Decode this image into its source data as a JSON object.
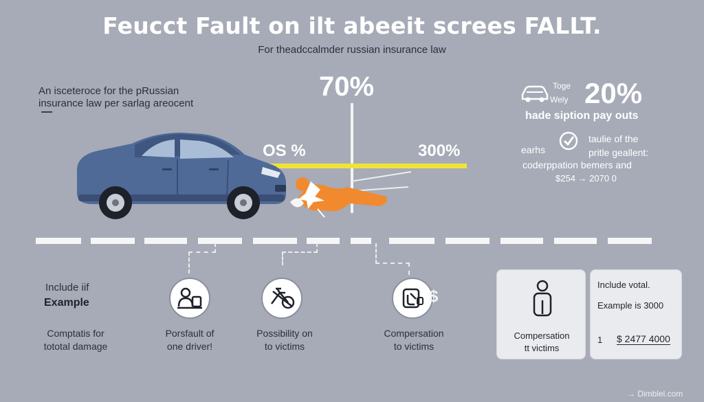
{
  "header": {
    "title": "Feucct Fault on ilt abeeit screes FALLT.",
    "subtitle": "For theadccalmder russian insurance law"
  },
  "intro": {
    "line1": "An isceteroce for the pRussian",
    "line2": "insurance law per sarlag areocent"
  },
  "center": {
    "top_percent": "70%",
    "left_percent": "OS %",
    "right_percent": "300%"
  },
  "right_panel": {
    "label_top": "Toge",
    "label_bottom": "Wely",
    "percent": "20%",
    "payouts": "hade siption pay outs",
    "earhs": "earhs",
    "taulie_line1": "taulie of the",
    "taulie_line2": "pritle geallent:",
    "coder": "coderppation bemers and",
    "amount": "$254 → 2070 0"
  },
  "columns": {
    "col1": {
      "line1": "Include iif",
      "bold": "Example",
      "text1": "Comptatis for",
      "text2": "tototal damage"
    },
    "col2": {
      "text1": "Porsfault of",
      "text2": "one driver!"
    },
    "col3": {
      "text1": "Possibility on",
      "text2": "to victims"
    },
    "col4": {
      "text1": "Compersation",
      "text2": "to victims"
    }
  },
  "cards": {
    "card1": {
      "text1": "Compersation",
      "text2": "tt victims"
    },
    "card2": {
      "line1": "Include votal.",
      "line2": "Example is 3000",
      "prefix": "1",
      "amount": "$ 2477 4000"
    }
  },
  "footer": {
    "credit": "→ Dimblel.com"
  },
  "colors": {
    "background": "#a6abb7",
    "car_body": "#4f6a96",
    "accent_yellow": "#efe33a",
    "crash_orange": "#f18a2e",
    "white": "#ffffff"
  },
  "icons": [
    "car-icon",
    "check-icon",
    "people-icon",
    "bicycle-icon",
    "money-device-icon",
    "dollar-icon",
    "person-icon"
  ]
}
